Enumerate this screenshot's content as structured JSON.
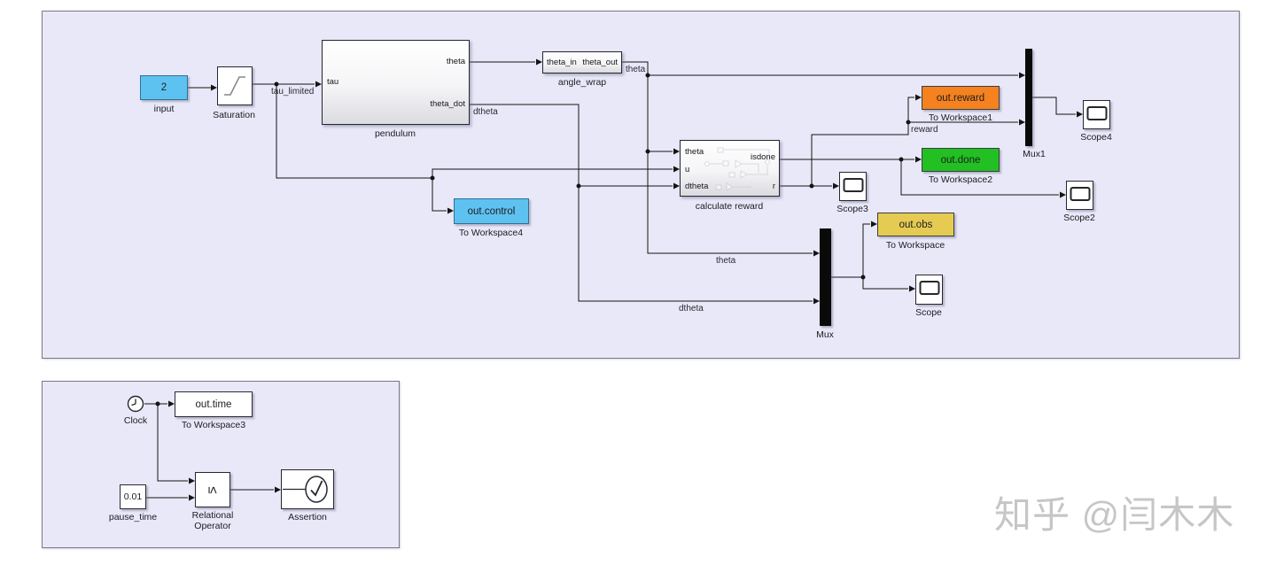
{
  "main": {
    "input": {
      "value": "2",
      "label": "input"
    },
    "saturation": {
      "label": "Saturation"
    },
    "pendulum": {
      "label": "pendulum",
      "port_tau": "tau",
      "port_theta": "theta",
      "port_theta_dot": "theta_dot"
    },
    "angle_wrap": {
      "label": "angle_wrap",
      "port_theta_in": "theta_in",
      "port_theta_out": "theta_out"
    },
    "calc_reward": {
      "label": "calculate reward",
      "port_theta": "theta",
      "port_u": "u",
      "port_dtheta": "dtheta",
      "port_isdone": "isdone",
      "port_r": "r"
    },
    "out_control": {
      "value": "out.control",
      "label": "To Workspace4"
    },
    "out_reward": {
      "value": "out.reward",
      "label": "To Workspace1"
    },
    "out_done": {
      "value": "out.done",
      "label": "To Workspace2"
    },
    "out_obs": {
      "value": "out.obs",
      "label": "To Workspace"
    },
    "mux1": {
      "label": "Mux1"
    },
    "mux": {
      "label": "Mux"
    },
    "scope4": {
      "label": "Scope4"
    },
    "scope3": {
      "label": "Scope3"
    },
    "scope2": {
      "label": "Scope2"
    },
    "scope": {
      "label": "Scope"
    },
    "signals": {
      "tau_limited": "tau_limited",
      "dtheta_upper": "dtheta",
      "theta_upper": "theta",
      "reward": "reward",
      "theta_lower": "theta",
      "dtheta_lower": "dtheta"
    }
  },
  "timing": {
    "clock": {
      "label": "Clock"
    },
    "out_time": {
      "value": "out.time",
      "label": "To Workspace3"
    },
    "pause_time": {
      "value": "0.01",
      "label": "pause_time"
    },
    "relational_operator": {
      "symbol": "≤",
      "label_line1": "Relational",
      "label_line2": "Operator"
    },
    "assertion": {
      "label": "Assertion"
    }
  },
  "watermark": "知乎 @闫木木",
  "colors": {
    "canvas_bg": "#e8e8f8",
    "input_blue": "#5ec2f0",
    "reward_orange": "#f5821e",
    "done_green": "#22c022",
    "obs_yellow": "#e5cb52",
    "mux_black": "#0a0a0a"
  }
}
